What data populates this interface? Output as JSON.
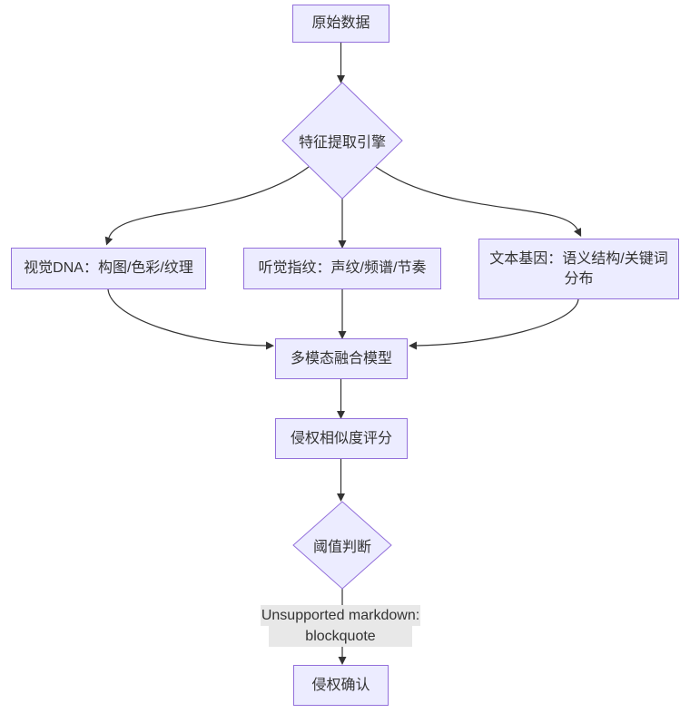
{
  "diagram": {
    "type": "flowchart",
    "direction": "top-down",
    "nodes": {
      "raw_data": {
        "label": "原始数据",
        "shape": "rect"
      },
      "feature_engine": {
        "label": "特征提取引擎",
        "shape": "diamond"
      },
      "visual_dna": {
        "label": "视觉DNA：构图/色彩/纹理",
        "shape": "rect"
      },
      "audio_fingerprint": {
        "label": "听觉指纹：声纹/频谱/节奏",
        "shape": "rect"
      },
      "text_gene": {
        "label": "文本基因：语义结构/关键词分布",
        "shape": "rect"
      },
      "fusion_model": {
        "label": "多模态融合模型",
        "shape": "rect"
      },
      "similarity_score": {
        "label": "侵权相似度评分",
        "shape": "rect"
      },
      "threshold": {
        "label": "阈值判断",
        "shape": "diamond"
      },
      "confirm": {
        "label": "侵权确认",
        "shape": "rect"
      }
    },
    "edge_label": {
      "line1": "Unsupported markdown:",
      "line2": "blockquote"
    },
    "colors": {
      "node_fill": "#ECECFF",
      "node_border": "#9370DB",
      "edge": "#333333",
      "edge_label_bg": "#e8e8e8",
      "text": "#333333",
      "background": "#ffffff"
    }
  }
}
